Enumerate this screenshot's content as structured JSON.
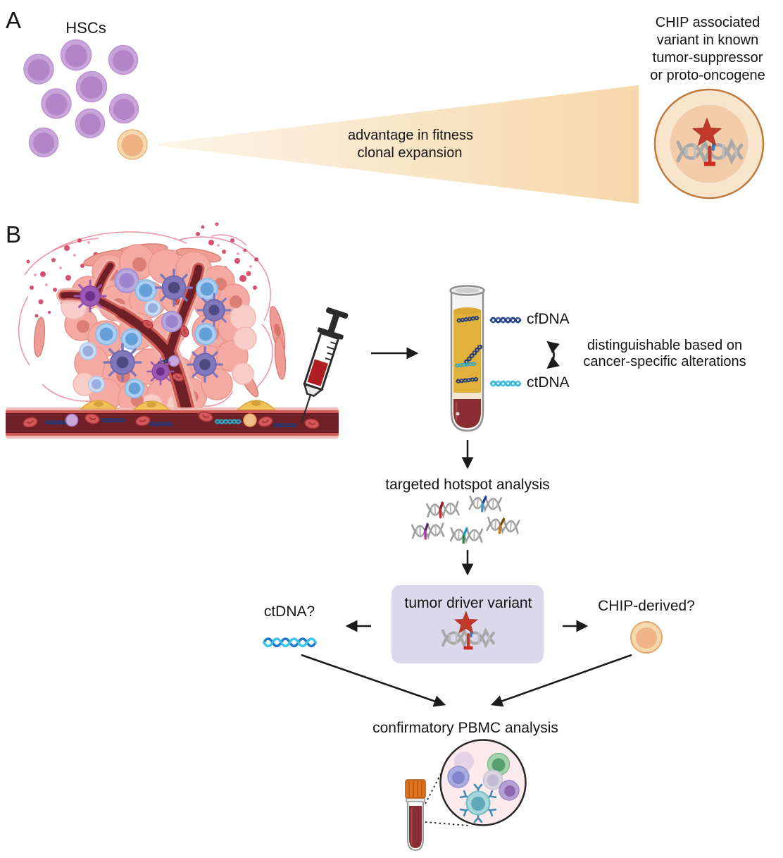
{
  "panel_a": {
    "label": "A",
    "hscs_label": "HSCs",
    "cone_caption_line1": "advantage in fitness",
    "cone_caption_line2": "clonal expansion",
    "chip_caption": [
      "CHIP associated",
      "variant in known",
      "tumor-suppressor",
      "or proto-oncogene"
    ]
  },
  "panel_b": {
    "label": "B",
    "cfdna_label": "cfDNA",
    "ctdna_label": "ctDNA",
    "distinguishable_line1": "distinguishable based on",
    "distinguishable_line2": "cancer-specific alterations",
    "targeted_label": "targeted hotspot analysis",
    "tumor_driver_variant_label": "tumor driver variant",
    "ctdna_question": "ctDNA?",
    "chip_question": "CHIP-derived?",
    "confirmatory_label": "confirmatory PBMC analysis"
  },
  "icons": {
    "hsc_cell": "purple round stem cell",
    "mutated_hsc_cell": "orange round mutated clone cell",
    "clonal_expansion_cone": "peach gradient expansion cone",
    "chip_cell": "large orange cell with DNA and red star variant",
    "dna_variant_star": "gray DNA helix with red star mutation mark",
    "tumor_vasculature": "tumor mass with branching blood vessel and syringe",
    "syringe": "syringe drawing blood",
    "blood_collection_tube": "tube with yellow plasma and red blood layers",
    "cfdna_squiggle": "navy wavy cell-free DNA fragment",
    "ctdna_squiggle": "cyan wavy circulating tumor DNA fragment",
    "exchange_arrow": "curved double-headed arrow",
    "dna_helix_variants": "five small DNA helices with colored hotspot marks",
    "pbmc_circle": "magnified circle of peripheral blood mononuclear cells",
    "blood_sample_tube": "blood tube with orange cap"
  },
  "palette": {
    "hsc_purple": "#c9a4da",
    "mutant_orange": "#efb488",
    "cone_peach": "#f6d7a9",
    "vessel_dark_red": "#6e2026",
    "plasma_yellow": "#e2b13c",
    "blood_red": "#8a2d32",
    "cfdna_navy": "#21408c",
    "ctdna_cyan": "#35b6dc",
    "box_lavender": "#dcd8eb",
    "star_red": "#c0392b",
    "arrow_black": "#1b1b1b"
  }
}
